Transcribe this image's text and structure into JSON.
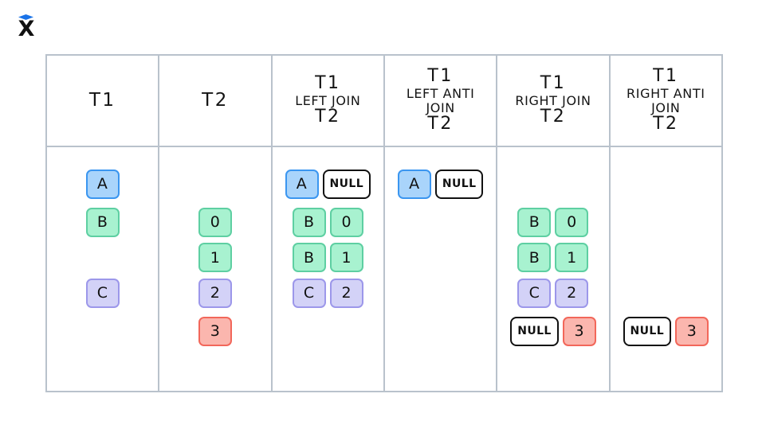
{
  "app_glyph": {
    "mark": "X",
    "accent_color": "#1a73e8",
    "icon": "excalidraw-x-logo"
  },
  "palette": {
    "blue_fill": "#a9d4fb",
    "blue_border": "#3b96f0",
    "green_fill": "#a8f2d0",
    "green_border": "#5ecfa2",
    "purple_fill": "#d3d2f7",
    "purple_border": "#9c97ea",
    "red_fill": "#fbb6ae",
    "red_border": "#f2675a",
    "null_fill": "#ffffff",
    "null_border": "#111111",
    "grid_border": "#b9c2cc"
  },
  "table": {
    "columns": [
      {
        "id": "t1",
        "header": [
          "T1"
        ],
        "rows": [
          {
            "cells": [
              {
                "label": "A",
                "color": "blue"
              }
            ]
          },
          {
            "cells": [
              {
                "label": "B",
                "color": "green"
              }
            ]
          },
          {
            "cells": [
              {
                "label": "",
                "color": "empty"
              }
            ]
          },
          {
            "cells": [
              {
                "label": "C",
                "color": "purple"
              }
            ]
          },
          {
            "cells": [
              {
                "label": "",
                "color": "empty"
              }
            ]
          }
        ]
      },
      {
        "id": "t2",
        "header": [
          "T2"
        ],
        "rows": [
          {
            "cells": [
              {
                "label": "",
                "color": "empty"
              }
            ]
          },
          {
            "cells": [
              {
                "label": "0",
                "color": "green"
              }
            ]
          },
          {
            "cells": [
              {
                "label": "1",
                "color": "green"
              }
            ]
          },
          {
            "cells": [
              {
                "label": "2",
                "color": "purple"
              }
            ]
          },
          {
            "cells": [
              {
                "label": "3",
                "color": "red"
              }
            ]
          }
        ]
      },
      {
        "id": "left-join",
        "header": [
          "T1",
          "LEFT JOIN",
          "T2"
        ],
        "rows": [
          {
            "cells": [
              {
                "label": "A",
                "color": "blue"
              },
              {
                "label": "NULL",
                "color": "nullbox"
              }
            ]
          },
          {
            "cells": [
              {
                "label": "B",
                "color": "green"
              },
              {
                "label": "0",
                "color": "green"
              }
            ]
          },
          {
            "cells": [
              {
                "label": "B",
                "color": "green"
              },
              {
                "label": "1",
                "color": "green"
              }
            ]
          },
          {
            "cells": [
              {
                "label": "C",
                "color": "purple"
              },
              {
                "label": "2",
                "color": "purple"
              }
            ]
          },
          {
            "cells": [
              {
                "label": "",
                "color": "empty"
              }
            ]
          }
        ]
      },
      {
        "id": "left-anti-join",
        "header": [
          "T1",
          "LEFT ANTI",
          "JOIN",
          "T2"
        ],
        "rows": [
          {
            "cells": [
              {
                "label": "A",
                "color": "blue"
              },
              {
                "label": "NULL",
                "color": "nullbox"
              }
            ]
          },
          {
            "cells": [
              {
                "label": "",
                "color": "empty"
              }
            ]
          },
          {
            "cells": [
              {
                "label": "",
                "color": "empty"
              }
            ]
          },
          {
            "cells": [
              {
                "label": "",
                "color": "empty"
              }
            ]
          },
          {
            "cells": [
              {
                "label": "",
                "color": "empty"
              }
            ]
          }
        ]
      },
      {
        "id": "right-join",
        "header": [
          "T1",
          "RIGHT JOIN",
          "T2"
        ],
        "rows": [
          {
            "cells": [
              {
                "label": "",
                "color": "empty"
              }
            ]
          },
          {
            "cells": [
              {
                "label": "B",
                "color": "green"
              },
              {
                "label": "0",
                "color": "green"
              }
            ]
          },
          {
            "cells": [
              {
                "label": "B",
                "color": "green"
              },
              {
                "label": "1",
                "color": "green"
              }
            ]
          },
          {
            "cells": [
              {
                "label": "C",
                "color": "purple"
              },
              {
                "label": "2",
                "color": "purple"
              }
            ]
          },
          {
            "cells": [
              {
                "label": "NULL",
                "color": "nullbox"
              },
              {
                "label": "3",
                "color": "red"
              }
            ]
          }
        ]
      },
      {
        "id": "right-anti-join",
        "header": [
          "T1",
          "RIGHT ANTI",
          "JOIN",
          "T2"
        ],
        "rows": [
          {
            "cells": [
              {
                "label": "",
                "color": "empty"
              }
            ]
          },
          {
            "cells": [
              {
                "label": "",
                "color": "empty"
              }
            ]
          },
          {
            "cells": [
              {
                "label": "",
                "color": "empty"
              }
            ]
          },
          {
            "cells": [
              {
                "label": "",
                "color": "empty"
              }
            ]
          },
          {
            "cells": [
              {
                "label": "NULL",
                "color": "nullbox"
              },
              {
                "label": "3",
                "color": "red"
              }
            ]
          }
        ]
      }
    ]
  }
}
